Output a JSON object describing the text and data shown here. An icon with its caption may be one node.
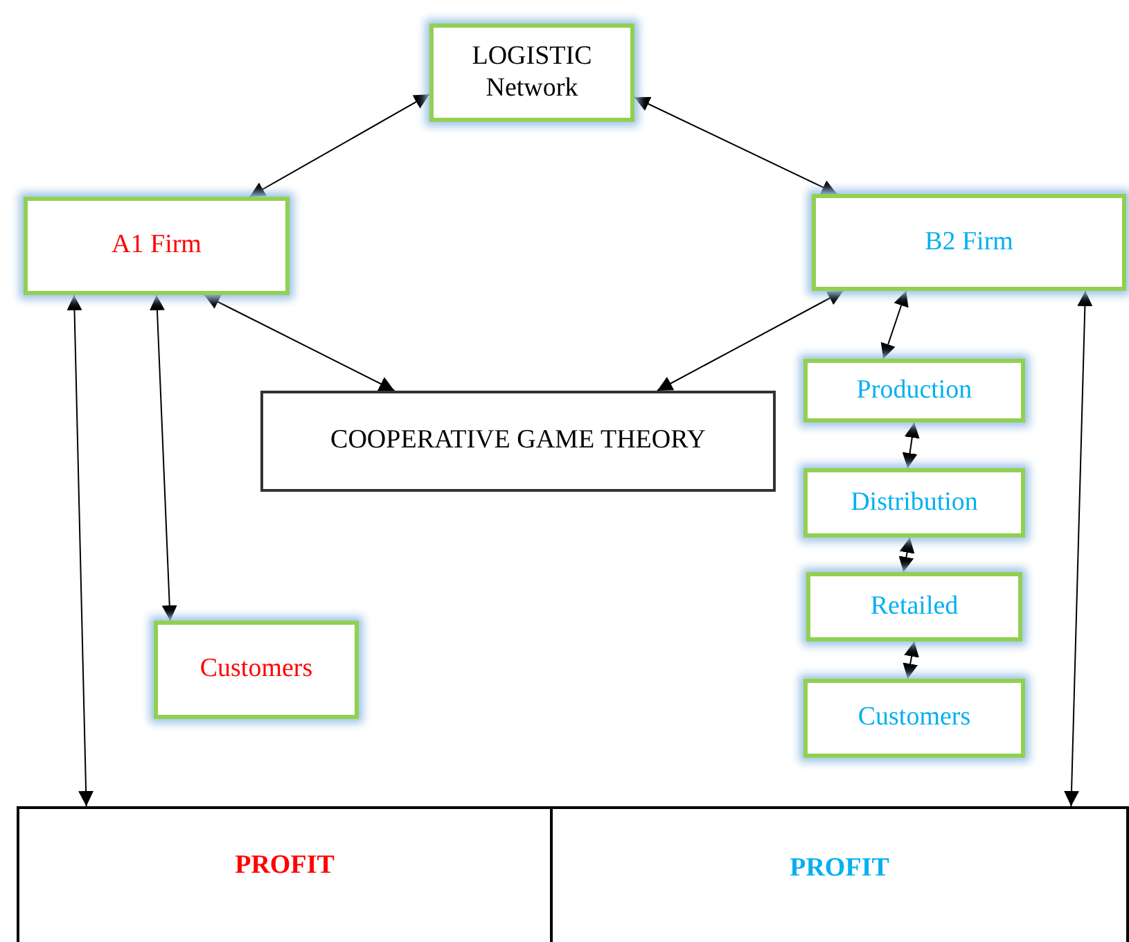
{
  "diagram": {
    "nodes": [
      {
        "text": [
          "LOGISTIC Network"
        ]
      },
      {
        "text": [
          "A1 Firm"
        ]
      },
      {
        "text": [
          "B2 Firm"
        ]
      },
      {
        "text": [
          "COOPERATIVE GAME THEORY"
        ]
      },
      {
        "text": [
          "Production"
        ]
      },
      {
        "text": [
          "Distribution"
        ]
      },
      {
        "text": [
          "Retailed"
        ]
      },
      {
        "text": [
          "Customers"
        ]
      },
      {
        "text": [
          "Customers"
        ]
      },
      {
        "text": [
          "PROFIT"
        ]
      },
      {
        "text": [
          "PROFIT"
        ]
      }
    ],
    "edges": [
      {
        "from": 0,
        "to": 1,
        "arrow": "both"
      },
      {
        "from": 0,
        "to": 2,
        "arrow": "both"
      },
      {
        "from": 1,
        "to": 3,
        "arrow": "both"
      },
      {
        "from": 2,
        "to": 3,
        "arrow": "both"
      },
      {
        "from": 1,
        "to": 8,
        "arrow": "both"
      },
      {
        "from": 1,
        "to": 9,
        "arrow": "both"
      },
      {
        "from": 2,
        "to": 4,
        "arrow": "both"
      },
      {
        "from": 4,
        "to": 5,
        "arrow": "both"
      },
      {
        "from": 5,
        "to": 6,
        "arrow": "both"
      },
      {
        "from": 6,
        "to": 7,
        "arrow": "both"
      },
      {
        "from": 2,
        "to": 10,
        "arrow": "both"
      }
    ]
  }
}
